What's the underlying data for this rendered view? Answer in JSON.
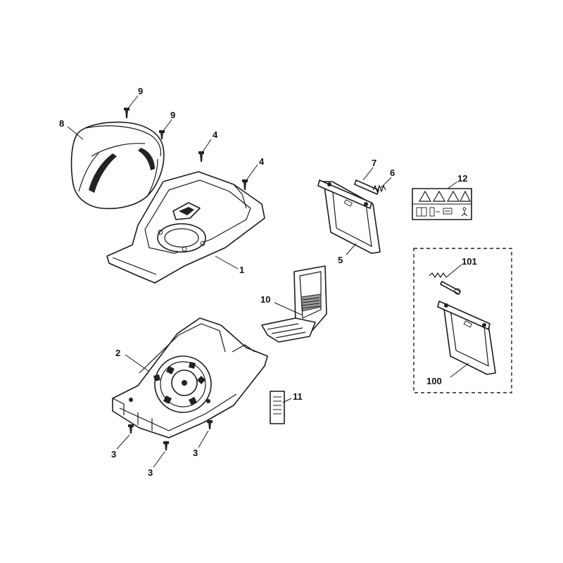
{
  "colors": {
    "ink": "#1a1a1a",
    "paper": "#ffffff"
  },
  "diagram": {
    "callouts": [
      {
        "id": "c9a",
        "text": "9"
      },
      {
        "id": "c9b",
        "text": "9"
      },
      {
        "id": "c8",
        "text": "8"
      },
      {
        "id": "c4a",
        "text": "4"
      },
      {
        "id": "c4b",
        "text": "4"
      },
      {
        "id": "c1",
        "text": "1"
      },
      {
        "id": "c7",
        "text": "7"
      },
      {
        "id": "c6",
        "text": "6"
      },
      {
        "id": "c12",
        "text": "12"
      },
      {
        "id": "c5",
        "text": "5"
      },
      {
        "id": "c10",
        "text": "10"
      },
      {
        "id": "c101",
        "text": "101"
      },
      {
        "id": "c100",
        "text": "100"
      },
      {
        "id": "c2",
        "text": "2"
      },
      {
        "id": "c11",
        "text": "11"
      },
      {
        "id": "c3a",
        "text": "3"
      },
      {
        "id": "c3b",
        "text": "3"
      },
      {
        "id": "c3c",
        "text": "3"
      }
    ],
    "icons": [
      "warning-triangle-icon",
      "warning-triangle-icon",
      "warning-triangle-icon",
      "warning-triangle-icon",
      "read-manual-icon",
      "disconnect-power-icon",
      "keep-distance-icon",
      "bystander-icon"
    ]
  }
}
